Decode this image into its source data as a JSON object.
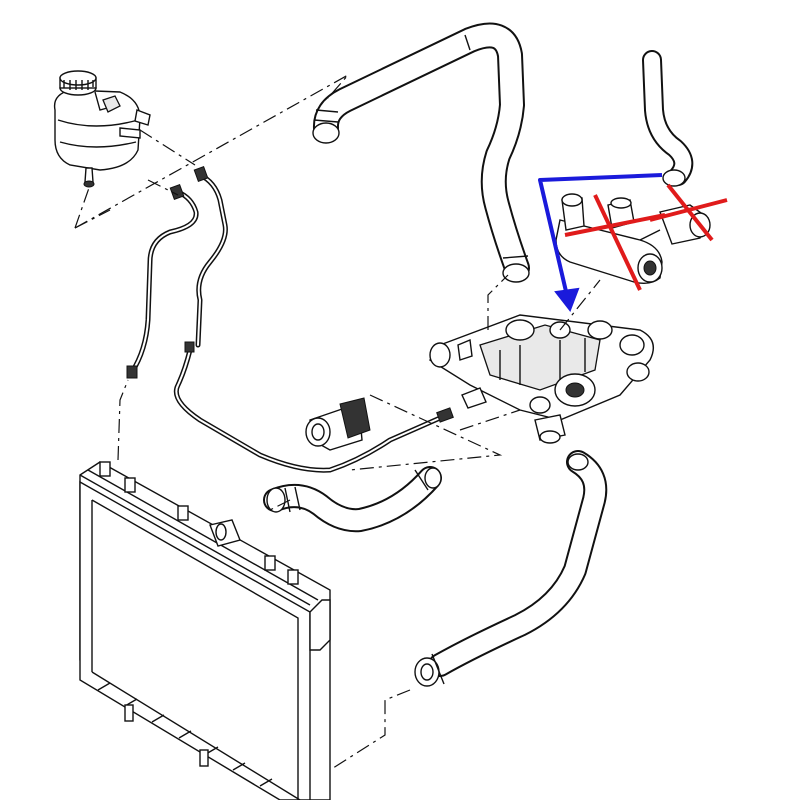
{
  "figure": {
    "kind": "exploded parts diagram",
    "background": "#ffffff",
    "line_color": "#111111"
  },
  "markup": {
    "arrow_color": "#1a1adb",
    "cross_color": "#e01b1b"
  },
  "components": [
    {
      "name": "expansion-tank",
      "icon": "coolant-reservoir"
    },
    {
      "name": "upper-hose",
      "icon": "hose"
    },
    {
      "name": "thermostat-housing",
      "icon": "thermostat"
    },
    {
      "name": "removed-thermostat",
      "icon": "thermostat"
    },
    {
      "name": "lower-hose",
      "icon": "hose"
    },
    {
      "name": "radiator",
      "icon": "radiator"
    }
  ]
}
